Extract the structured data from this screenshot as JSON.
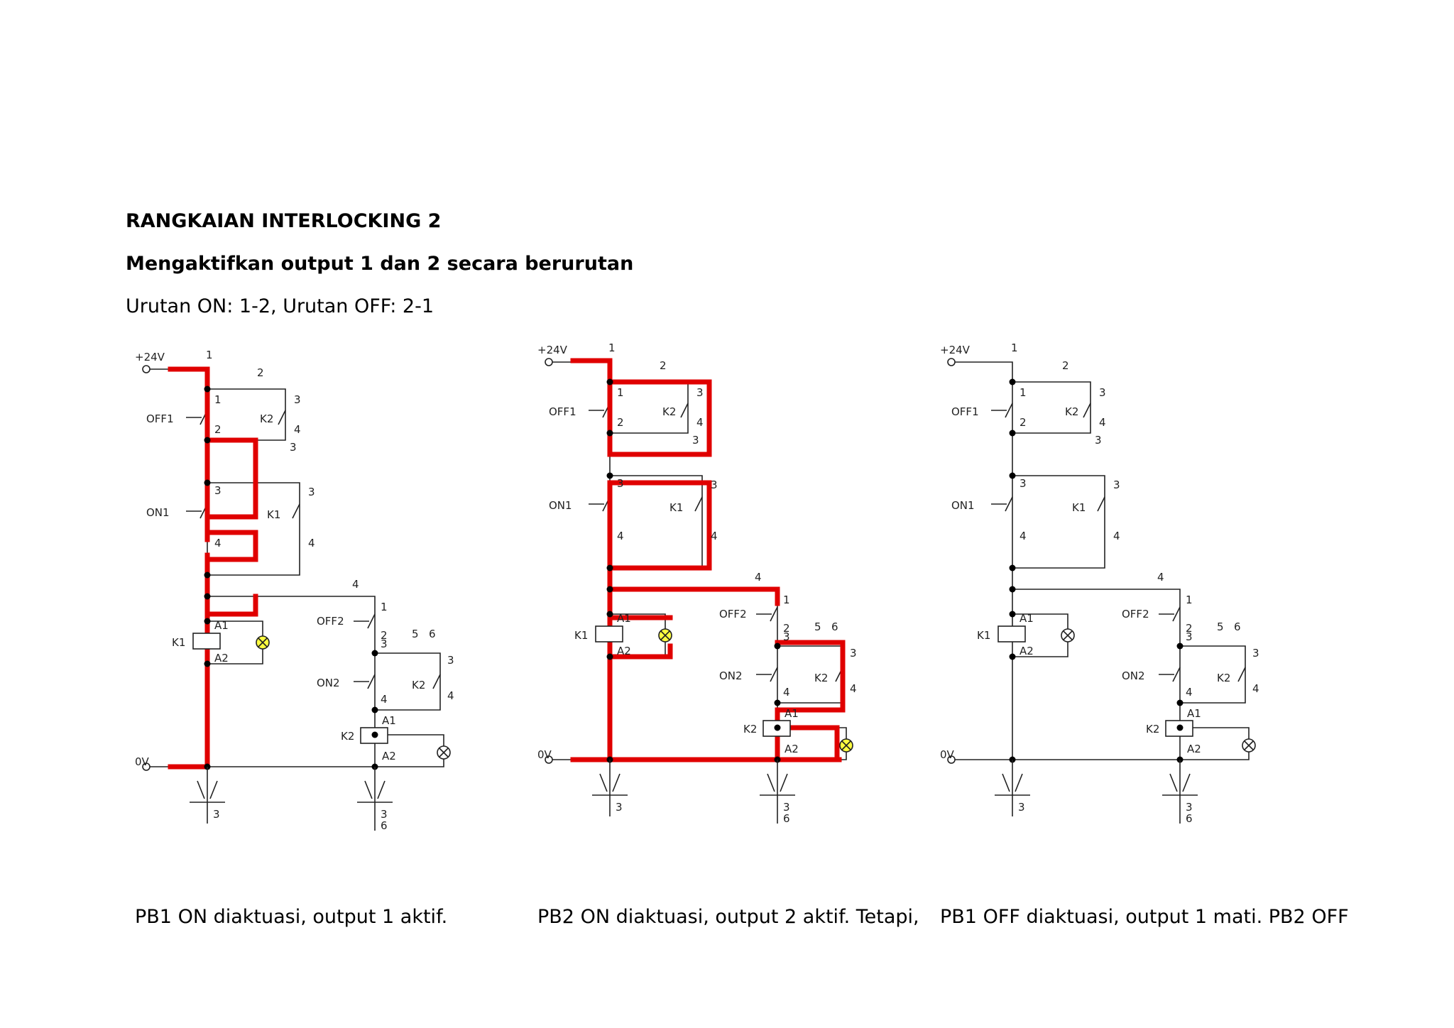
{
  "heading": {
    "title": "RANGKAIAN INTERLOCKING 2",
    "subtitle": "Mengaktifkan output 1 dan 2 secara berurutan",
    "order": "Urutan ON: 1-2, Urutan OFF: 2-1"
  },
  "diagrams": [
    {
      "caption": "PB1 ON diaktuasi, output 1 aktif.",
      "labels": {
        "v24": "+24V",
        "v0": "0V",
        "n1": "1",
        "n2": "2",
        "n3a": "3",
        "n4a": "4",
        "n3b": "3",
        "n4b": "4",
        "n1k2": "1",
        "n2k2": "2",
        "n3k2": "3",
        "n4k2": "4",
        "n3s": "3",
        "n3on": "3",
        "n4on": "4",
        "n3k1": "3",
        "n4k1": "4",
        "n4r": "4",
        "n1r": "1",
        "n2r": "2",
        "n3r": "3",
        "n5": "5",
        "n6": "6",
        "n3k2b": "3",
        "n4k2b": "4",
        "n4on2": "4",
        "off1": "OFF1",
        "on1": "ON1",
        "k2c": "K2",
        "k1c": "K1",
        "off2": "OFF2",
        "on2": "ON2",
        "k2cc": "K2",
        "k1": "K1",
        "a1": "A1",
        "a2": "A2",
        "k2": "K2",
        "a1b": "A1",
        "a2b": "A2",
        "b3": "3",
        "b3b": "3",
        "b6": "6"
      }
    },
    {
      "caption": "PB2 ON diaktuasi, output 2 aktif. Tetapi,",
      "labels": {
        "v24": "+24V",
        "v0": "0V",
        "n1": "1",
        "n2": "2",
        "n3a": "3",
        "n4a": "4",
        "n3b": "3",
        "n4b": "4",
        "n1k2": "1",
        "n2k2": "2",
        "n3k2": "3",
        "n4k2": "4",
        "n3s": "3",
        "n3on": "3",
        "n4on": "4",
        "n3k1": "3",
        "n4k1": "4",
        "n4r": "4",
        "n1r": "1",
        "n2r": "2",
        "n3r": "3",
        "n5": "5",
        "n6": "6",
        "n3k2b": "3",
        "n4k2b": "4",
        "n4on2": "4",
        "off1": "OFF1",
        "on1": "ON1",
        "k2c": "K2",
        "k1c": "K1",
        "off2": "OFF2",
        "on2": "ON2",
        "k2cc": "K2",
        "k1": "K1",
        "a1": "A1",
        "a2": "A2",
        "k2": "K2",
        "a1b": "A1",
        "a2b": "A2",
        "b3": "3",
        "b3b": "3",
        "b6": "6"
      }
    },
    {
      "caption": "PB1 OFF diaktuasi, output 1 mati. PB2 OFF",
      "labels": {
        "v24": "+24V",
        "v0": "0V",
        "n1": "1",
        "n2": "2",
        "n3a": "3",
        "n4a": "4",
        "n3b": "3",
        "n4b": "4",
        "n1k2": "1",
        "n2k2": "2",
        "n3k2": "3",
        "n4k2": "4",
        "n3s": "3",
        "n3on": "3",
        "n4on": "4",
        "n3k1": "3",
        "n4k1": "4",
        "n4r": "4",
        "n1r": "1",
        "n2r": "2",
        "n3r": "3",
        "n5": "5",
        "n6": "6",
        "n3k2b": "3",
        "n4k2b": "4",
        "n4on2": "4",
        "off1": "OFF1",
        "on1": "ON1",
        "k2c": "K2",
        "k1c": "K1",
        "off2": "OFF2",
        "on2": "ON2",
        "k2cc": "K2",
        "k1": "K1",
        "a1": "A1",
        "a2": "A2",
        "k2": "K2",
        "a1b": "A1",
        "a2b": "A2",
        "b3": "3",
        "b3b": "3",
        "b6": "6"
      }
    }
  ],
  "colors": {
    "energized": "#e00000",
    "lamp_on": "#ffff40",
    "wire": "#222222"
  }
}
